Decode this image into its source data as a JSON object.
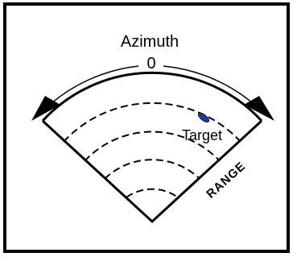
{
  "labels": {
    "azimuth": "Azimuth",
    "zero": "0",
    "target": "Target",
    "range": "RANGE"
  },
  "colors": {
    "stroke": "#000000",
    "background": "#ffffff",
    "target": "#1f3f9a"
  }
}
